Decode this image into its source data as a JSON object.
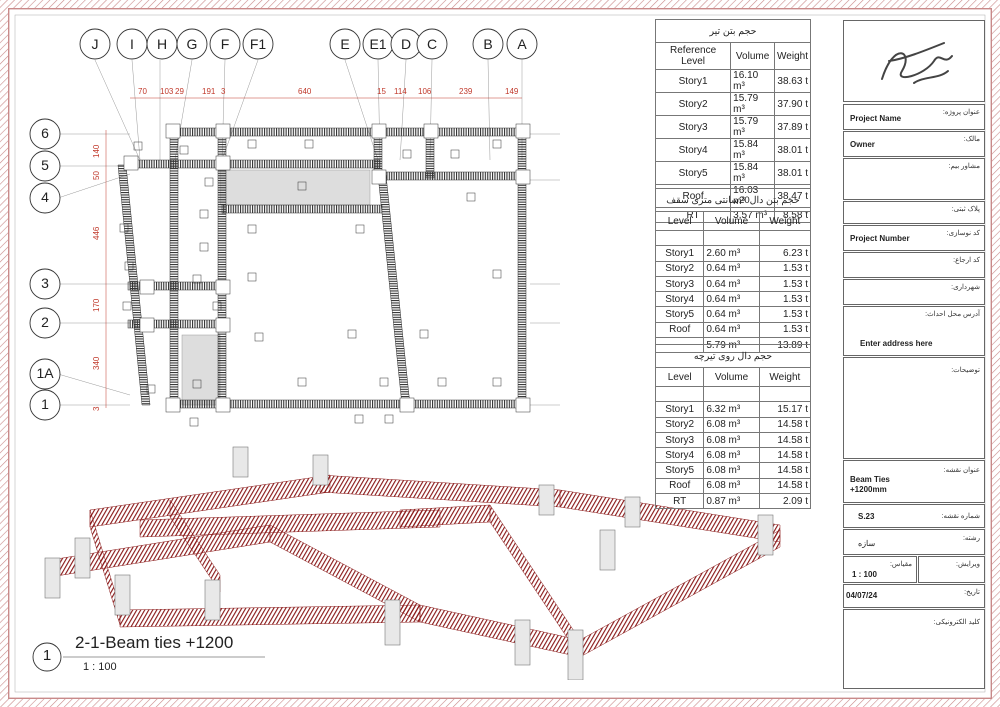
{
  "grid": {
    "columns": [
      "J",
      "I",
      "H",
      "G",
      "F",
      "F1",
      "E",
      "E1",
      "D",
      "C",
      "B",
      "A"
    ],
    "rows": [
      "6",
      "5",
      "4",
      "3",
      "2",
      "1A",
      "1"
    ]
  },
  "dimensions": {
    "top": [
      "70",
      "103",
      "29",
      "191",
      "3",
      "640",
      "15",
      "114",
      "106",
      "239",
      "149"
    ],
    "left": [
      "140",
      "50",
      "446",
      "170",
      "340",
      "3"
    ]
  },
  "tables": [
    {
      "title": "حجم بتن تیر",
      "headers": [
        "Reference Level",
        "Volume",
        "Weight"
      ],
      "rows": [
        [
          "Story1",
          "16.10 m³",
          "38.63 t"
        ],
        [
          "Story2",
          "15.79 m³",
          "37.90 t"
        ],
        [
          "Story3",
          "15.79 m³",
          "37.89 t"
        ],
        [
          "Story4",
          "15.84 m³",
          "38.01 t"
        ],
        [
          "Story5",
          "15.84 m³",
          "38.01 t"
        ],
        [
          "Roof",
          "16.03 m³",
          "38.47 t"
        ],
        [
          "RT",
          "3.57 m³",
          "8.58 t"
        ]
      ]
    },
    {
      "title": "حجم بتن دال20سانتی متری سقف",
      "headers": [
        "Level",
        "Volume",
        "Weight"
      ],
      "rows": [
        [
          "",
          "",
          " "
        ],
        [
          "Story1",
          "2.60 m³",
          "6.23 t"
        ],
        [
          "Story2",
          "0.64 m³",
          "1.53 t"
        ],
        [
          "Story3",
          "0.64 m³",
          "1.53 t"
        ],
        [
          "Story4",
          "0.64 m³",
          "1.53 t"
        ],
        [
          "Story5",
          "0.64 m³",
          "1.53 t"
        ],
        [
          "Roof",
          "0.64 m³",
          "1.53 t"
        ],
        [
          "",
          "5.79 m³",
          "13.89 t"
        ]
      ]
    },
    {
      "title": "حجم دال روی تیرچه",
      "headers": [
        "Level",
        "Volume",
        "Weight"
      ],
      "rows": [
        [
          "",
          "",
          " "
        ],
        [
          "Story1",
          "6.32 m³",
          "15.17 t"
        ],
        [
          "Story2",
          "6.08 m³",
          "14.58 t"
        ],
        [
          "Story3",
          "6.08 m³",
          "14.58 t"
        ],
        [
          "Story4",
          "6.08 m³",
          "14.58 t"
        ],
        [
          "Story5",
          "6.08 m³",
          "14.58 t"
        ],
        [
          "Roof",
          "6.08 m³",
          "14.58 t"
        ],
        [
          "RT",
          "0.87 m³",
          "2.09 t"
        ]
      ]
    }
  ],
  "title_block": {
    "project_name_label": "عنوان پروژه:",
    "project_name": "Project Name",
    "owner_label": "مالک:",
    "owner": "Owner",
    "consultant_label": "مشاور بیم:",
    "plaque_label": "پلاک ثبتی:",
    "code_label": "کد نوسازی:",
    "project_number": "Project Number",
    "code2_label": "کد ارجاع:",
    "municipality_label": "شهرداری:",
    "address_label": "آدرس محل احداث:",
    "address": "Enter address here",
    "notes_label": "توضیحات:",
    "drawing_title_label": "عنوان نقشه:",
    "drawing_title": "Beam Ties\n+1200mm",
    "sheet_number_label": "شماره نقشه:",
    "sheet_number": "S.23",
    "discipline_label": "رشته:",
    "discipline": "سازه",
    "revision_label": "ویرایش:",
    "scale_label": "مقیاس:",
    "scale": "1 : 100",
    "date_label": "تاریخ:",
    "date": "04/07/24",
    "esign_label": "کلید الکترونیکی:"
  },
  "view": {
    "number": "1",
    "title": "2-1-Beam ties +1200",
    "scale": "1 : 100"
  },
  "colors": {
    "rebar": "#8b1a1a",
    "dimension": "#c0392b",
    "hatch": "#c98a8a"
  }
}
